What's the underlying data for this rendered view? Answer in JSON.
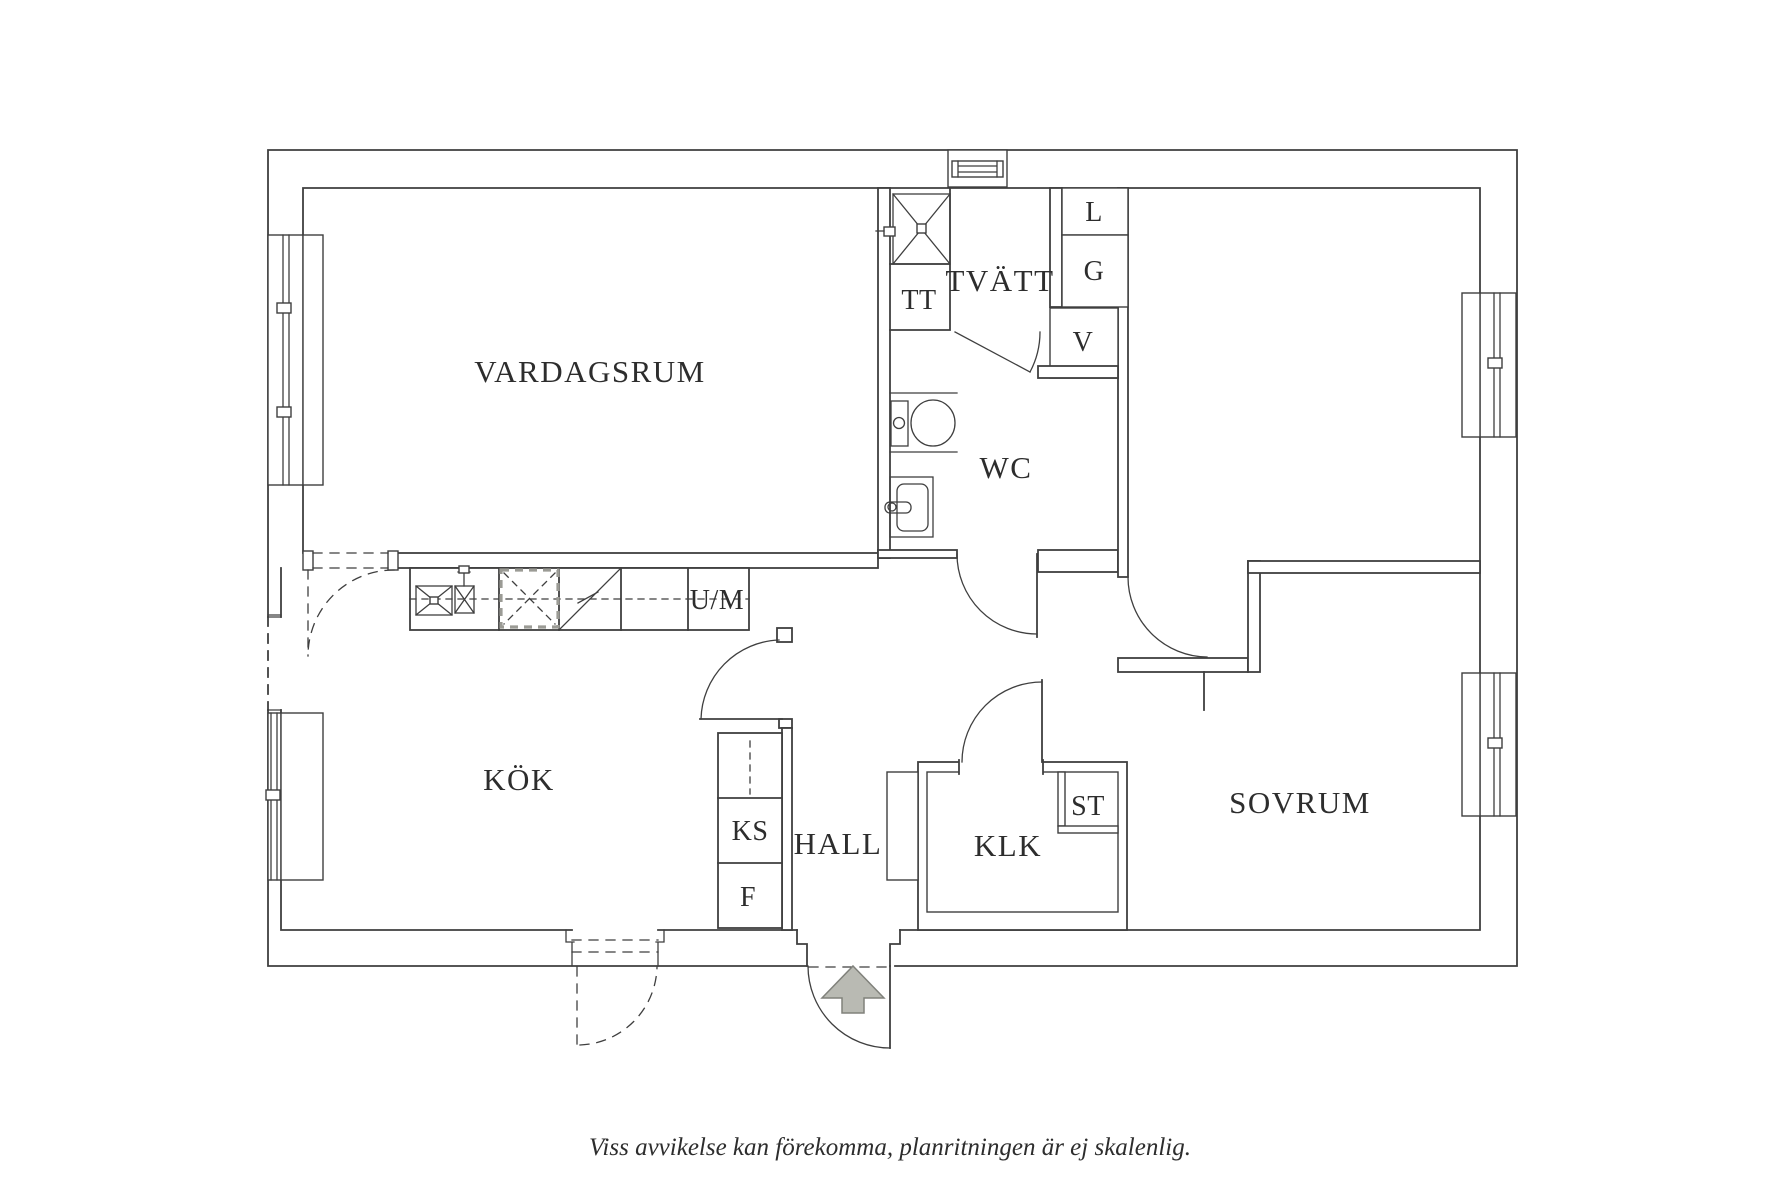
{
  "floorplan": {
    "rooms": {
      "vardagsrum": "VARDAGSRUM",
      "tvatt": "TVÄTT",
      "wc": "WC",
      "kok": "KÖK",
      "hall": "HALL",
      "klk": "KLK",
      "sovrum": "SOVRUM"
    },
    "fixtures": {
      "tt": "TT",
      "l": "L",
      "g": "G",
      "v": "V",
      "um": "U/M",
      "ks": "KS",
      "f": "F",
      "st": "ST"
    },
    "caption": "Viss avvikelse kan förekomma, planritningen är ej skalenlig.",
    "colors": {
      "line": "#3f3f3f",
      "background": "#ffffff",
      "arrow_fill": "#b9bab3",
      "arrow_stroke": "#80817b",
      "appliance_dash_gray": "#9b9b95"
    }
  }
}
